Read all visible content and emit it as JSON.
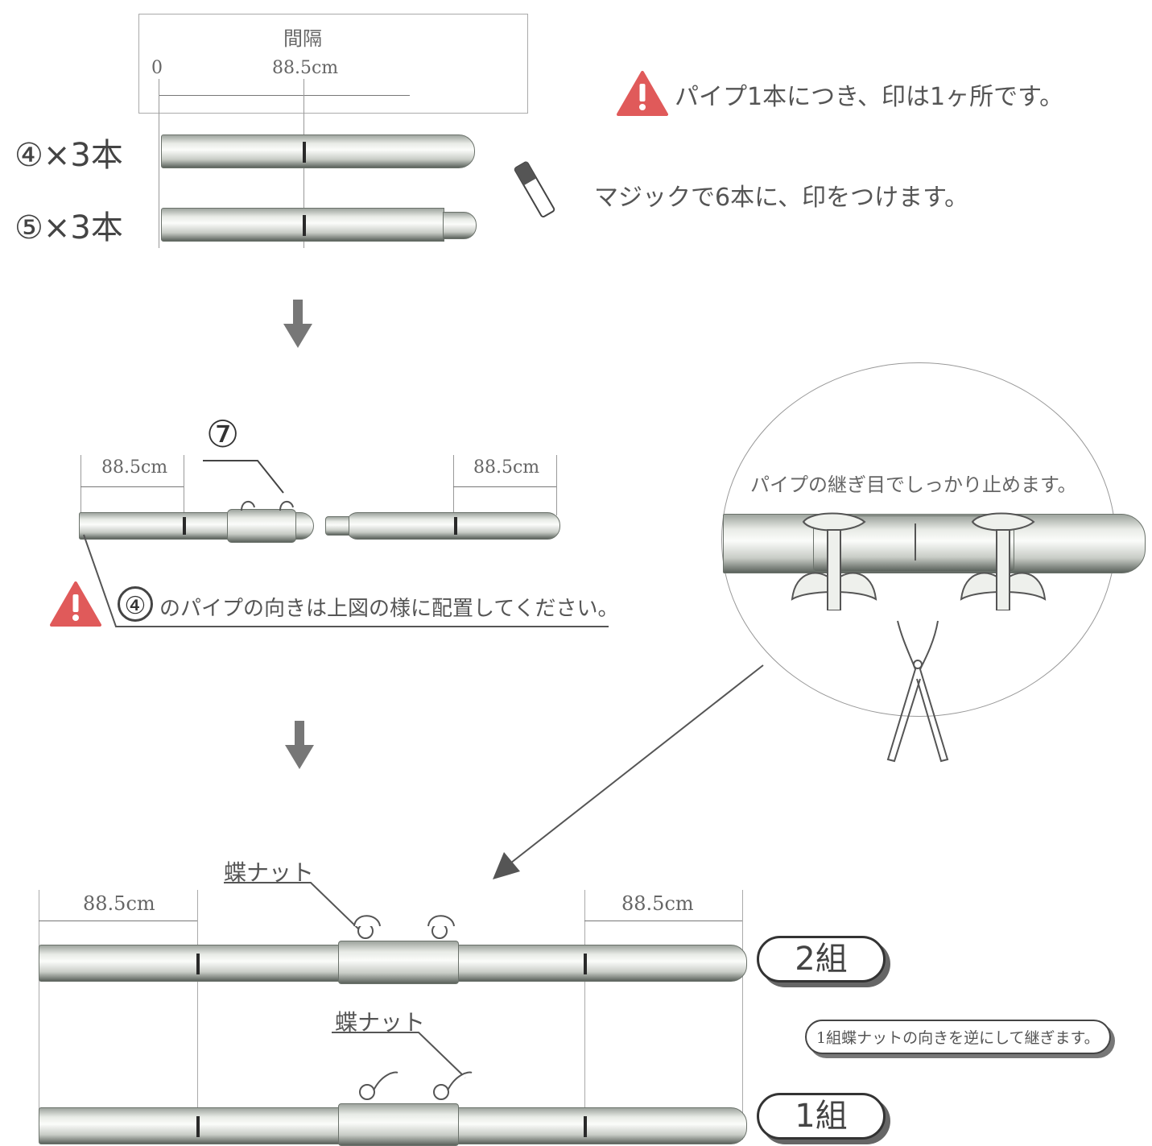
{
  "step1": {
    "interval_label": "間隔",
    "ruler_start": "0",
    "ruler_value": "88.5cm",
    "pipe4_label": "④×3本",
    "pipe5_label": "⑤×3本",
    "warning_text": "パイプ1本につき、印は1ヶ所です。",
    "marker_text": "マジックで6本に、印をつけます。"
  },
  "step2": {
    "part_number": "⑦",
    "left_dim": "88.5cm",
    "right_dim": "88.5cm",
    "note_prefix": "④",
    "note_text": "のパイプの向きは上図の様に配置してください。"
  },
  "detail": {
    "caption": "パイプの継ぎ目でしっかり止めます。"
  },
  "step3": {
    "left_dim": "88.5cm",
    "right_dim": "88.5cm",
    "nut_label_top": "蝶ナット",
    "nut_label_bottom": "蝶ナット",
    "badge_top": "2組",
    "badge_bottom": "1組",
    "reverse_note": "1組蝶ナットの向きを逆にして継ぎます。"
  },
  "colors": {
    "warning_red": "#e05a5a",
    "pipe_outline": "#6b726b",
    "arrow_gray": "#777777"
  },
  "icons": [
    "warning-icon",
    "marker-pen-icon",
    "down-arrow-icon",
    "pliers-icon",
    "wing-nut-icon"
  ]
}
